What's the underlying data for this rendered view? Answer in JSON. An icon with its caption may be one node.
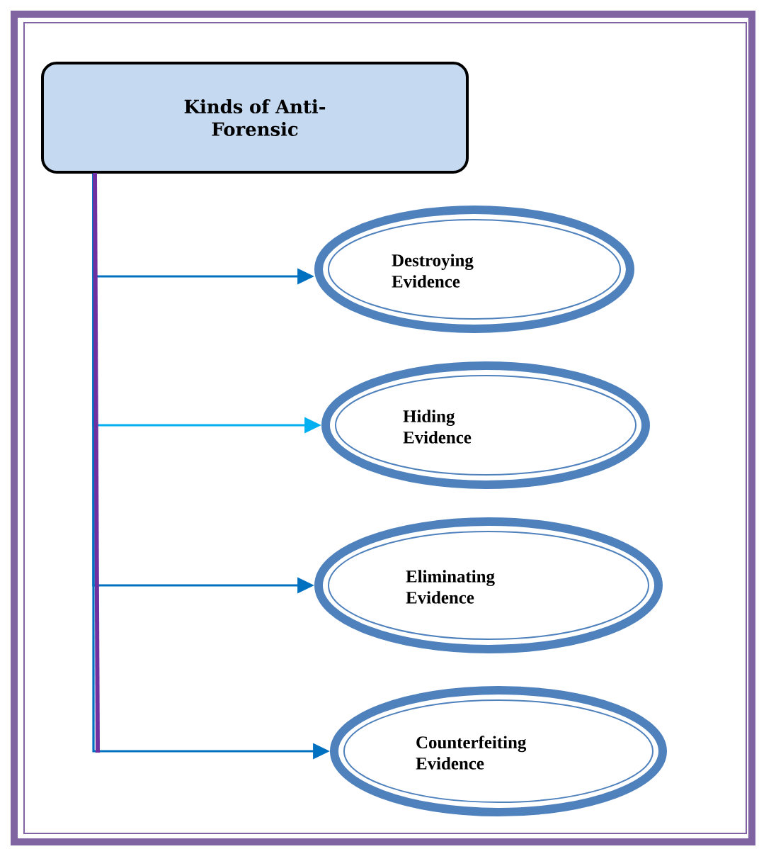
{
  "diagram": {
    "nodes": [
      {
        "text": [
          "Kinds of Anti-Forensic"
        ]
      },
      {
        "text": [
          "Destroying Evidence"
        ]
      },
      {
        "text": [
          "Hiding Evidence"
        ]
      },
      {
        "text": [
          "Eliminating Evidence"
        ]
      },
      {
        "text": [
          "Counterfeiting Evidence"
        ]
      }
    ],
    "edges": [
      {
        "from": 0,
        "to": 1,
        "arrow": "to"
      },
      {
        "from": 0,
        "to": 2,
        "arrow": "to",
        "color": "#00b0f0"
      },
      {
        "from": 0,
        "to": 3,
        "arrow": "to"
      },
      {
        "from": 0,
        "to": 4,
        "arrow": "to"
      }
    ]
  }
}
